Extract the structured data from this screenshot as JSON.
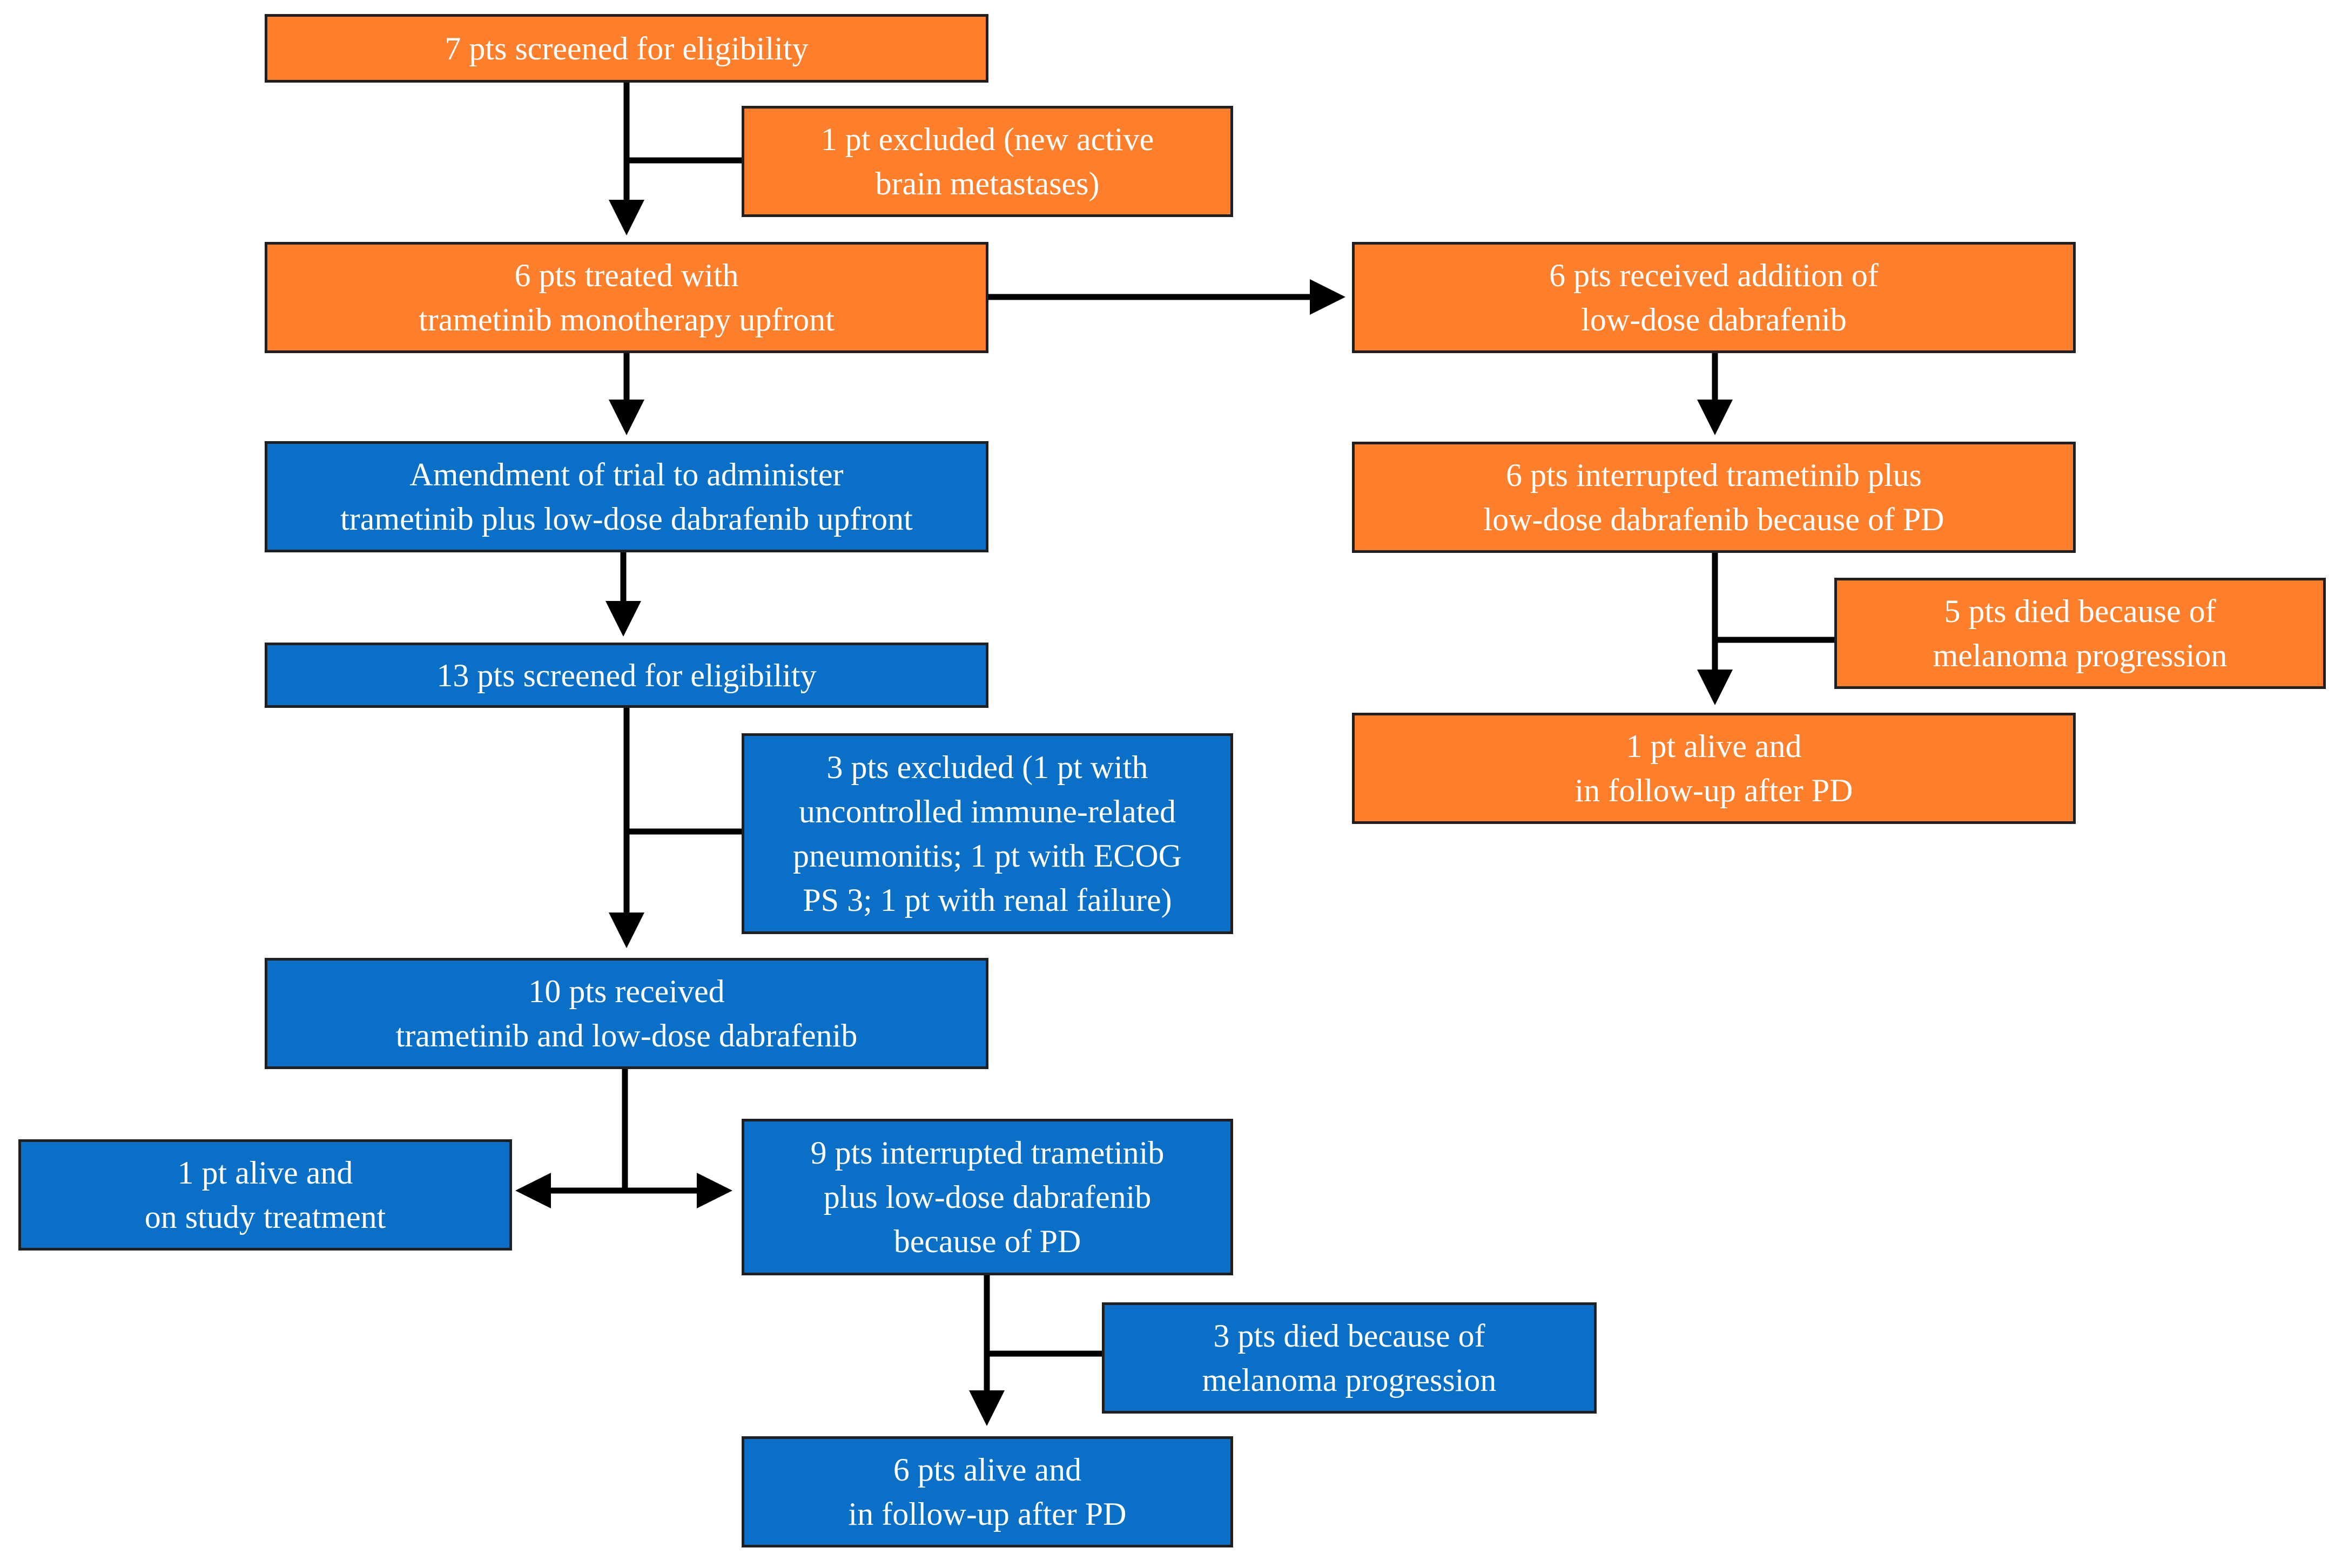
{
  "colors": {
    "orange": "#fd7f2b",
    "blue": "#0a6fc6",
    "line": "#000000"
  },
  "boxes": {
    "screened_7": "7 pts screened for eligibility",
    "excluded_1": "1 pt excluded (new active\nbrain metastases)",
    "treated_6": "6 pts treated with\ntrametinib monotherapy upfront",
    "addition_6": "6 pts received addition of\nlow-dose dabrafenib",
    "interrupted_6": "6 pts interrupted trametinib plus\nlow-dose dabrafenib because of PD",
    "died_5": "5 pts died because of\nmelanoma progression",
    "alive_1_followup": "1 pt alive and\nin follow-up after PD",
    "amendment": "Amendment of trial to administer\ntrametinib plus low-dose dabrafenib upfront",
    "screened_13": "13 pts screened for eligibility",
    "excluded_3": "3 pts excluded (1 pt with\nuncontrolled immune-related\npneumonitis; 1 pt with ECOG\nPS 3; 1 pt with renal failure)",
    "received_10": "10 pts received\ntrametinib and low-dose dabrafenib",
    "alive_1_study": "1 pt alive and\non study treatment",
    "interrupted_9": "9 pts interrupted trametinib\nplus low-dose dabrafenib\nbecause of PD",
    "died_3": "3 pts died because of\nmelanoma progression",
    "alive_6_followup": "6 pts alive and\nin follow-up after PD"
  }
}
